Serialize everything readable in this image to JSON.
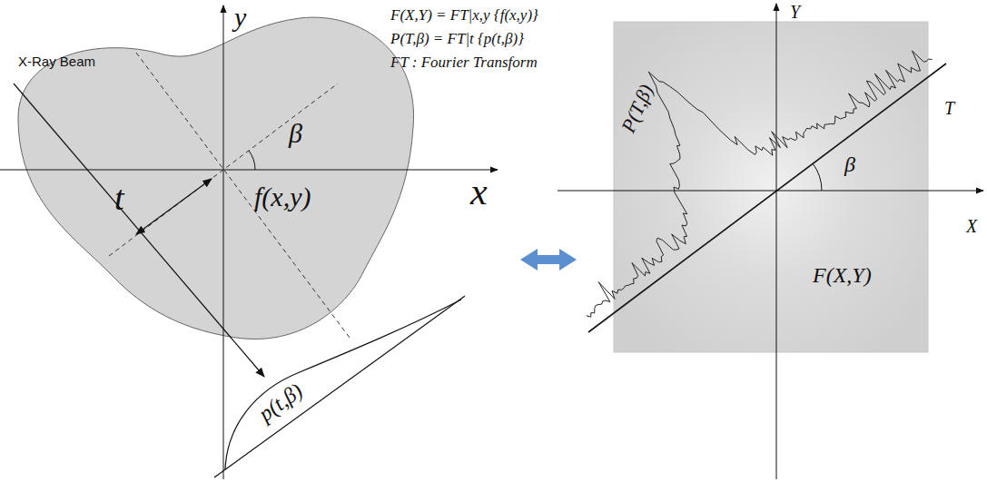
{
  "diagram": {
    "labels": [
      "y",
      "x",
      "X-Ray Beam",
      "β",
      "t",
      "f(x,y)",
      "p(t,β)",
      "F(X,Y) = FT|x,y {f(x,y)}",
      "P(T,β) = FT|t {p(t,β)}",
      "FT : Fourier Transform",
      "Y",
      "X",
      "T",
      "P(T,β)",
      "β",
      "F(X,Y)"
    ]
  }
}
